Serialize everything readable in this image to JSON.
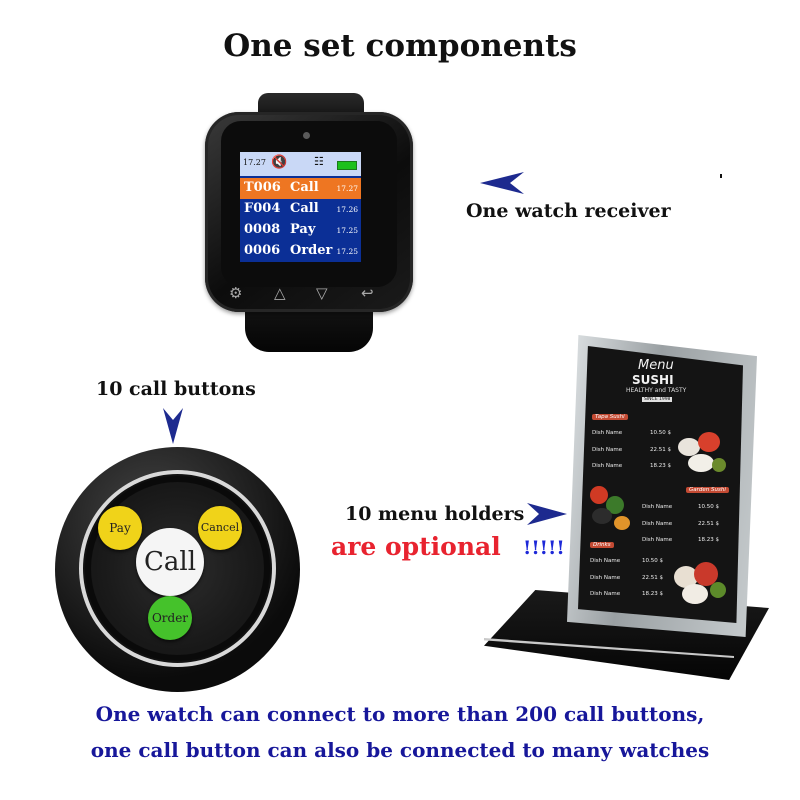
{
  "title": "One set components",
  "watch": {
    "label": "One watch receiver",
    "status_time": "17.27",
    "rows": [
      {
        "code": "T006",
        "type": "Call",
        "time": "17.27",
        "highlighted": true
      },
      {
        "code": "F004",
        "type": "Call",
        "time": "17.26",
        "highlighted": false
      },
      {
        "code": "0008",
        "type": "Pay",
        "time": "17.25",
        "highlighted": false
      },
      {
        "code": "0006",
        "type": "Order",
        "time": "17.25",
        "highlighted": false
      }
    ],
    "buttons": [
      "gear-icon",
      "up-triangle-icon",
      "down-triangle-icon",
      "back-icon"
    ]
  },
  "call_button": {
    "label": "10 call buttons",
    "pay": "Pay",
    "cancel": "Cancel",
    "call": "Call",
    "order": "Order"
  },
  "menu_holder": {
    "label": "10 menu holders",
    "optional": "are optional",
    "exclamation": "!!!!!",
    "card": {
      "script_title": "Menu",
      "name": "SUSHI",
      "tagline": "HEALTHY and TASTY",
      "since": "SINCE 1998",
      "cat1": "Tapa Sushi",
      "cat2": "Garden Sushi",
      "cat3": "Drinks",
      "dish": "Dish Name",
      "prices": [
        "10.50 $",
        "22.51 $",
        "18.23 $",
        "10.50 $",
        "22.51 $",
        "18.23 $",
        "10.50 $",
        "22.51 $",
        "18.23 $"
      ]
    }
  },
  "footer": {
    "line1": "One watch can connect to more than 200 call buttons,",
    "line2": "one call button can also be connected to many watches"
  },
  "colors": {
    "arrow": "#1d2a8f",
    "footer_text": "#17179a",
    "optional_text": "#e8232f",
    "screen_bg": "#0b2f96",
    "screen_highlight": "#ee7622",
    "pay_cancel_button": "#f0d319",
    "order_button": "#45c22b"
  }
}
